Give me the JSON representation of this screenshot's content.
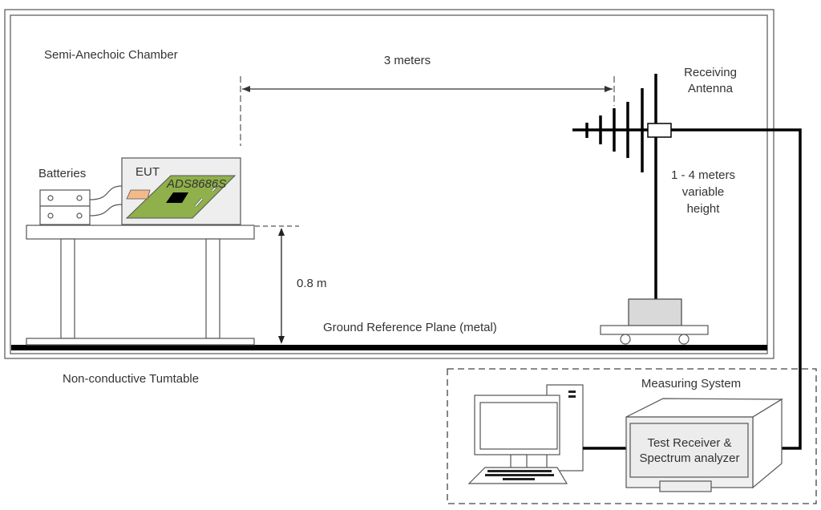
{
  "labels": {
    "chamber": "Semi-Anechoic Chamber",
    "distance": "3 meters",
    "antenna_line1": "Receiving",
    "antenna_line2": "Antenna",
    "height_line1": "1 - 4 meters",
    "height_line2": "variable",
    "height_line3": "height",
    "batteries": "Batteries",
    "eut": "EUT",
    "board": "ADS8686S",
    "table_height": "0.8 m",
    "ground_plane": "Ground Reference Plane (metal)",
    "turntable": "Non-conductive Tumtable",
    "measuring_system": "Measuring System",
    "receiver_line1": "Test Receiver &",
    "receiver_line2": "Spectrum analyzer"
  },
  "colors": {
    "pcb": "#8fb04a",
    "pad": "#f2b98a",
    "chip": "#000000",
    "eut_fill": "#eeeeee",
    "cart_fill": "#d9d9d9",
    "ground": "#000000"
  }
}
